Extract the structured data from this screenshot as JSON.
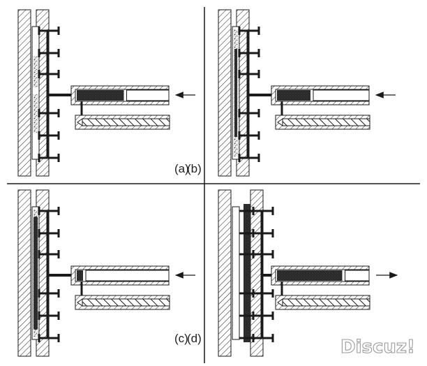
{
  "panels": [
    {
      "id": "a",
      "label": "(a)",
      "arrow_direction": "left",
      "fill_state": "partial"
    },
    {
      "id": "b",
      "label": "(b)",
      "arrow_direction": "left",
      "fill_state": "mostly-filled"
    },
    {
      "id": "c",
      "label": "(c)",
      "arrow_direction": "left",
      "fill_state": "full"
    },
    {
      "id": "d",
      "label": "(d)",
      "arrow_direction": "right",
      "fill_state": "ejected"
    }
  ],
  "watermark": {
    "text": "Discuz!"
  },
  "colors": {
    "line": "#1a1a1a",
    "hatch": "#1a1a1a",
    "melt": "#2a2a2a",
    "foam": "#bdbdbd",
    "background": "#ffffff"
  }
}
